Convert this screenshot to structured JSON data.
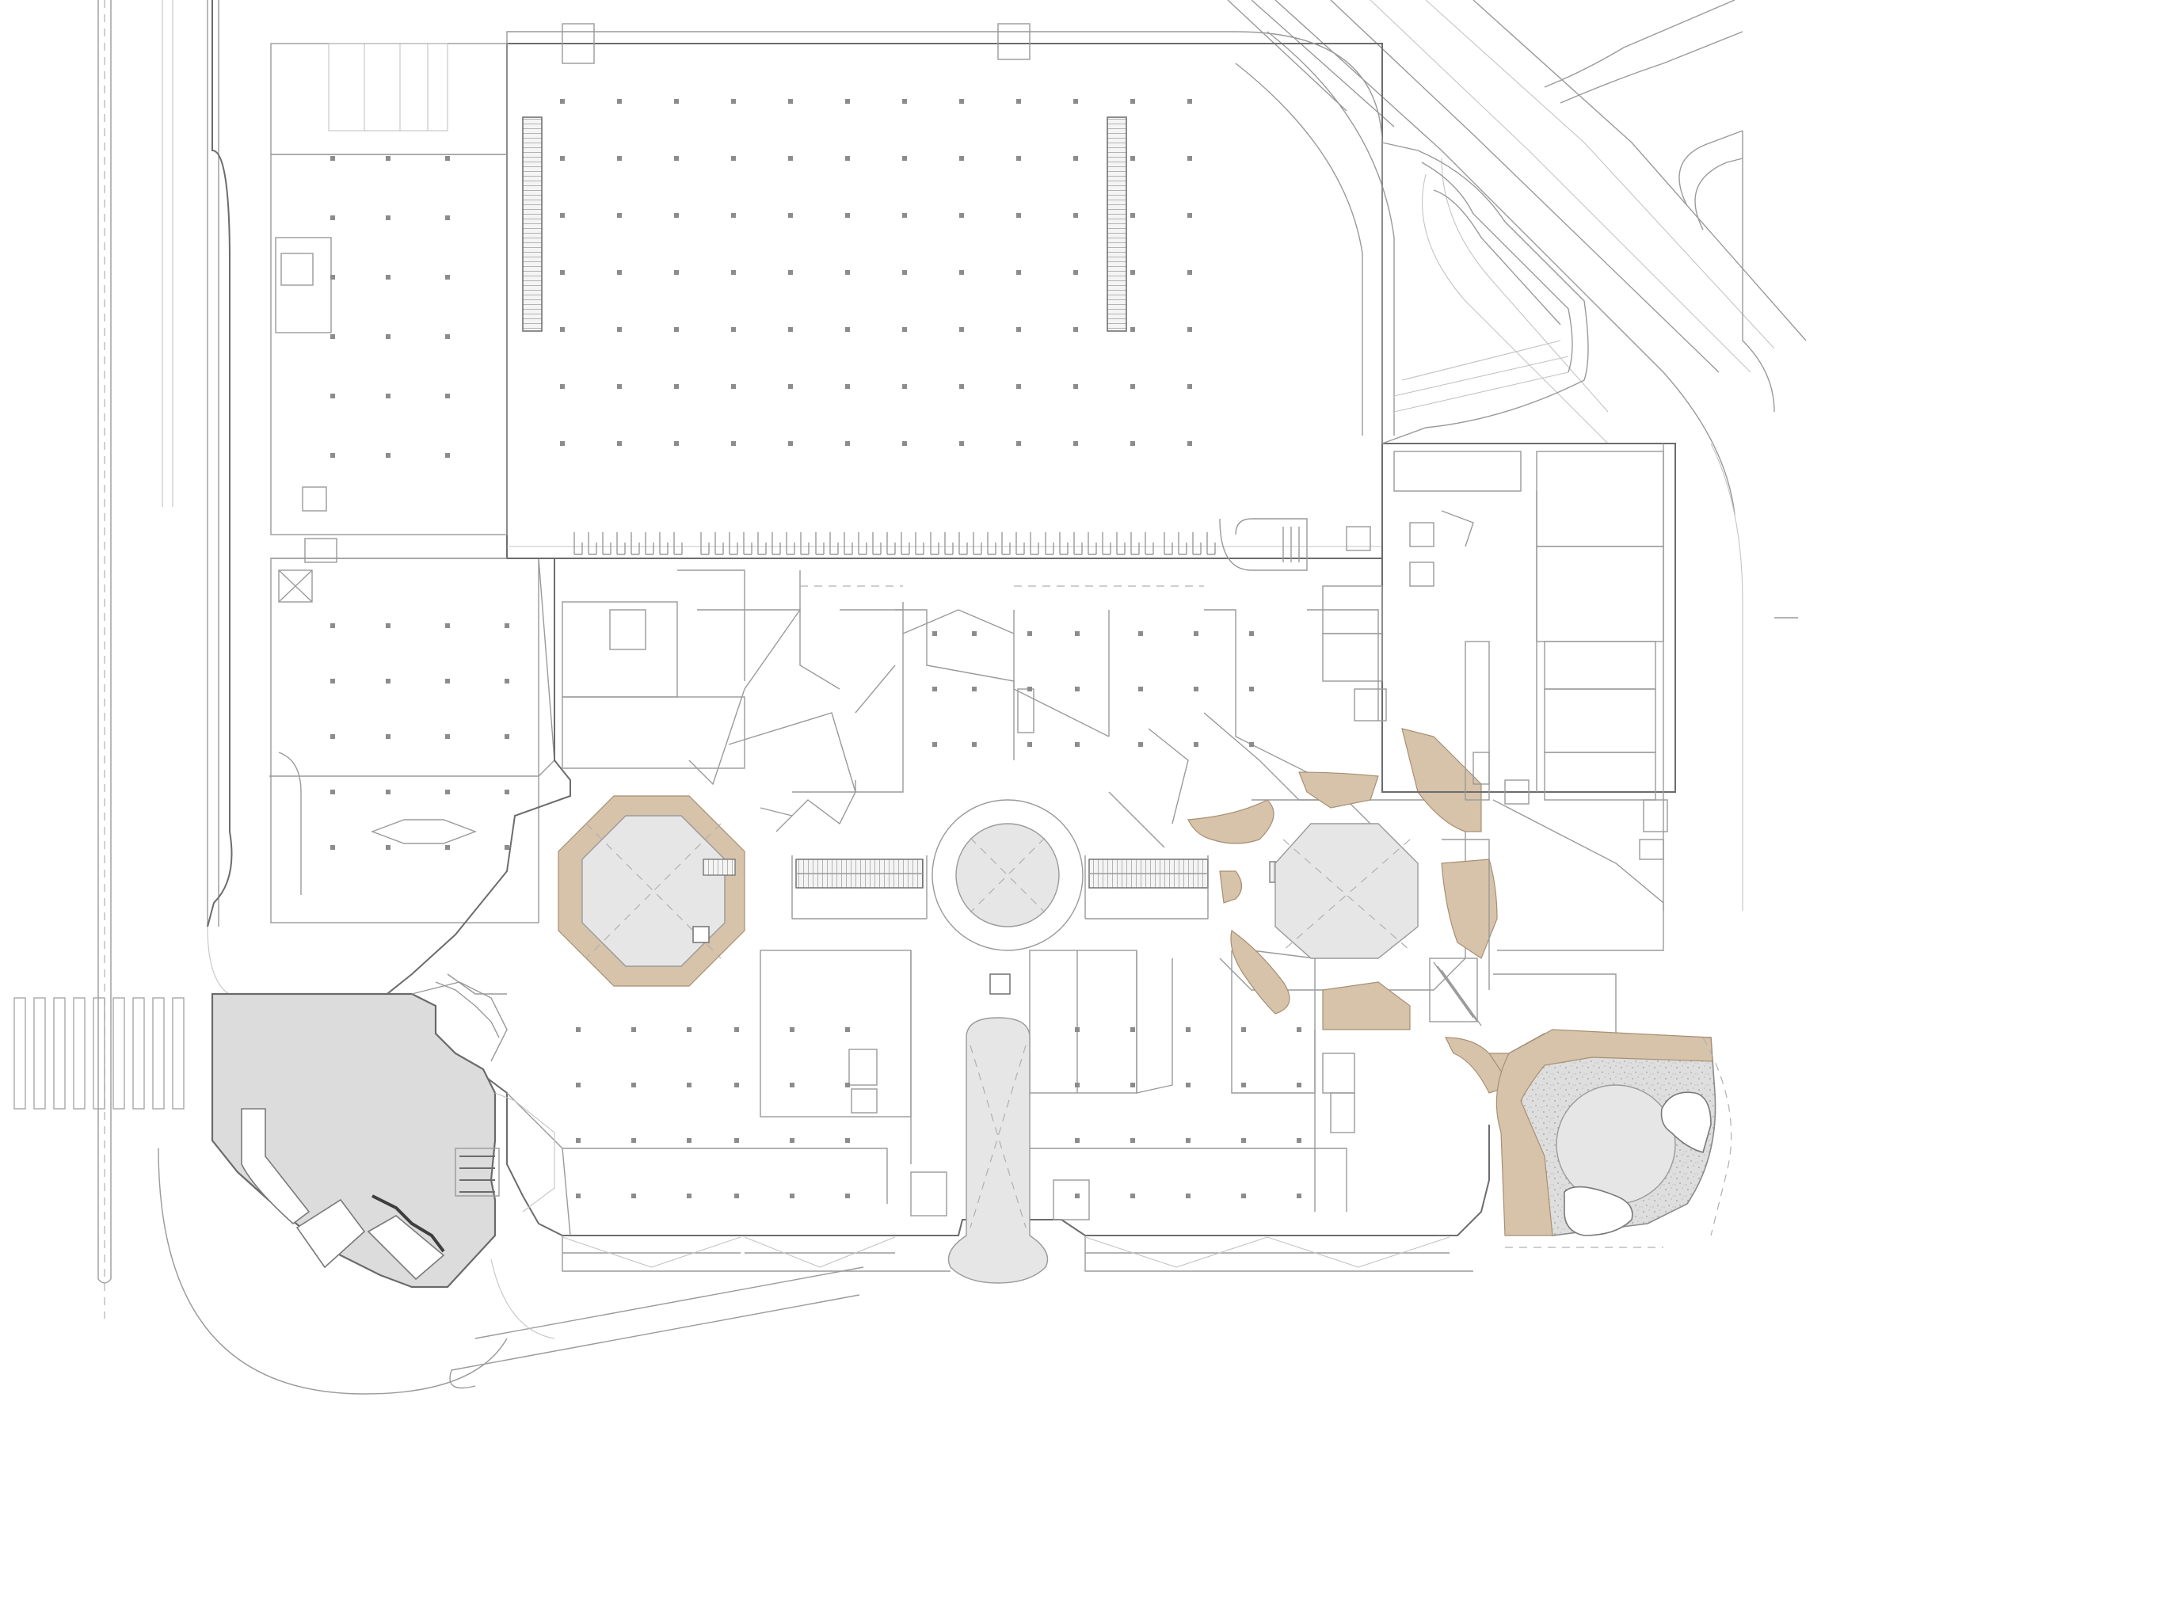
{
  "drawing": {
    "type": "architectural floor plan",
    "labels": [],
    "colors": {
      "background": "#ffffff",
      "linework": "#9a9a9a",
      "accent_tan": "#d6c3aa",
      "plaza_grey": "#dcdcdc",
      "atrium_grey": "#e6e6e6"
    },
    "features": [
      "octagonal-atrium-west",
      "circular-atrium-central",
      "octagonal-atrium-east",
      "corner-plaza-southeast",
      "corner-plaza-southwest",
      "escalator-banks",
      "road-curves-northeast",
      "pedestrian-crossing-west"
    ]
  }
}
